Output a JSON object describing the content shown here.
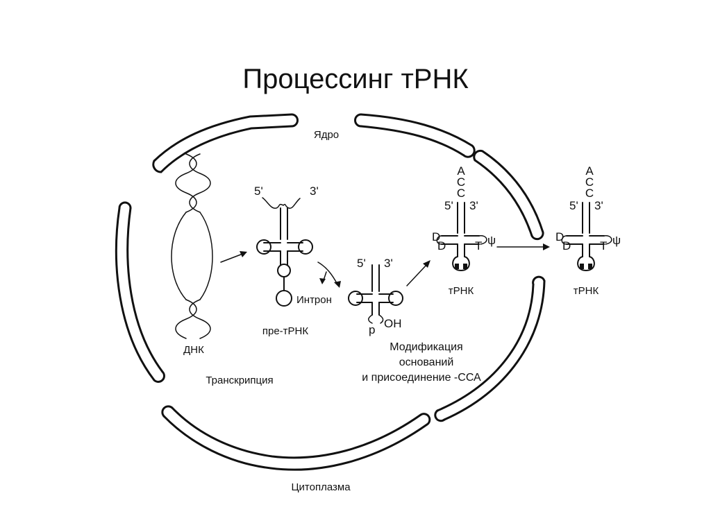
{
  "title": "Процессинг тРНК",
  "labels": {
    "nucleus": "Ядро",
    "cytoplasm": "Цитоплазма",
    "dna": "ДНК",
    "transcription": "Транскрипция",
    "pre_trna": "пре-тРНК",
    "intron": "Интрон",
    "trna_nucleus": "тРНК",
    "trna_cytoplasm": "тРНК",
    "modification_line1": "Модификация",
    "modification_line2": "оснований",
    "modification_line3": "и присоединение -ССА"
  },
  "ends": {
    "five_prime": "5'",
    "three_prime": "3'",
    "phosphate": "p",
    "hydroxyl": "OH"
  },
  "cca": [
    "A",
    "C",
    "C"
  ],
  "arm_labels": {
    "d": "D",
    "t": "T",
    "psi": "ψ"
  }
}
